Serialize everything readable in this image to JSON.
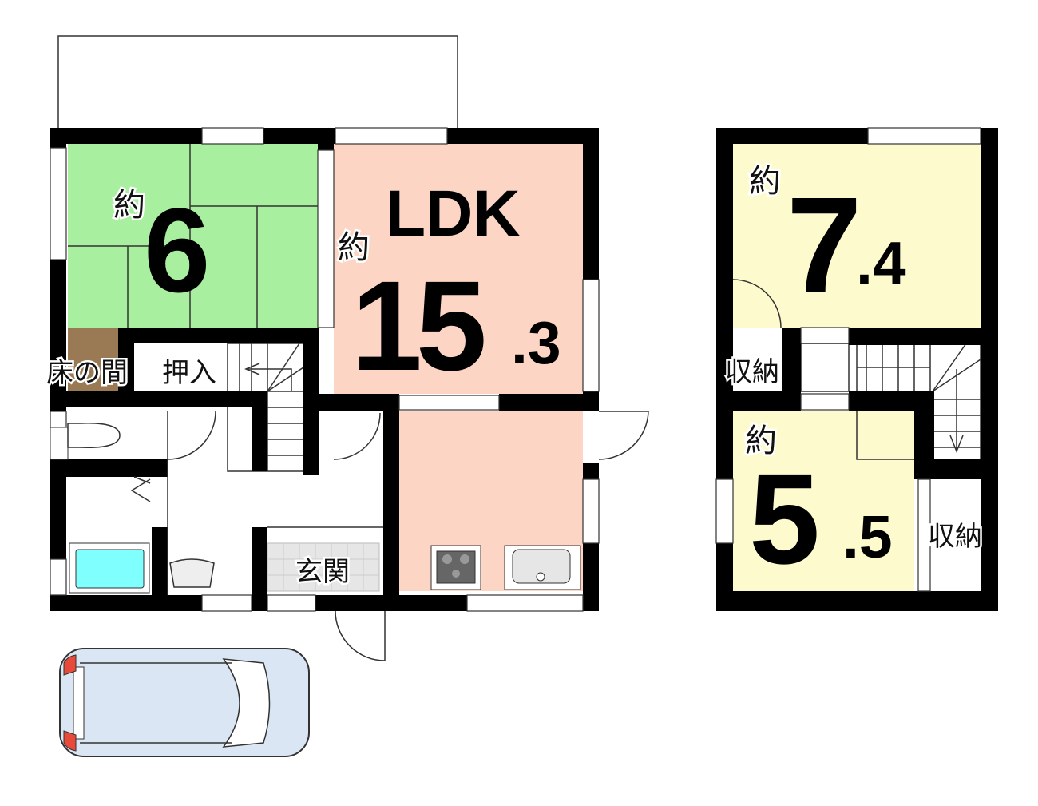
{
  "floor1": {
    "washitsu": {
      "prefix": "約",
      "size": "6",
      "color": "#a8f0a0"
    },
    "tokonoma": {
      "label": "床の間",
      "color": "#9a7a55"
    },
    "oshiire": {
      "label": "押入"
    },
    "ldk": {
      "name": "LDK",
      "prefix": "約",
      "size_int": "15",
      "size_dec": ".3",
      "color": "#fdd5c4"
    },
    "genkan": {
      "label": "玄関"
    }
  },
  "floor2": {
    "room_a": {
      "prefix": "約",
      "size_int": "7",
      "size_dec": ".4",
      "color": "#fdfbcd"
    },
    "room_b": {
      "prefix": "約",
      "size_int": "5",
      "size_dec": ".5",
      "color": "#fdfbcd"
    },
    "storage_a": {
      "label": "収納"
    },
    "storage_b": {
      "label": "収納"
    }
  },
  "colors": {
    "bathtub": "#80ffff",
    "car": "#dbe6f5",
    "car_lights": "#e84a3a"
  }
}
